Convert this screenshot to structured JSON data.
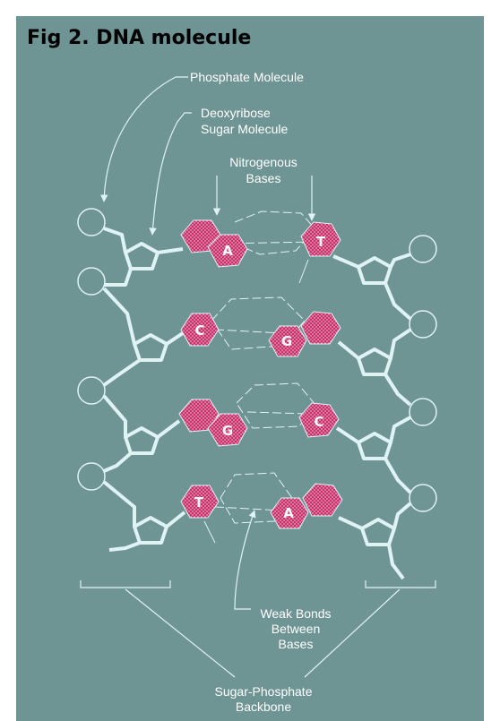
{
  "title": "Fig 2. DNA molecule",
  "labels": {
    "phosphate": "Phosphate Molecule",
    "sugar_line1": "Deoxyribose",
    "sugar_line2": "Sugar Molecule",
    "nitro_line1": "Nitrogenous",
    "nitro_line2": "Bases",
    "weak_line1": "Weak Bonds",
    "weak_line2": "Between",
    "weak_line3": "Bases",
    "backbone_line1": "Sugar-Phosphate",
    "backbone_line2": "Backbone"
  },
  "base_pairs": [
    {
      "left": "",
      "left_inner": "A",
      "right": "T"
    },
    {
      "left": "C",
      "right": "G"
    },
    {
      "left": "",
      "left_inner": "G",
      "right": "C"
    },
    {
      "left": "T",
      "right": "A"
    }
  ],
  "colors": {
    "background": "#6f9494",
    "structure": "#dff3f5",
    "base_fill": "#c8316a"
  }
}
